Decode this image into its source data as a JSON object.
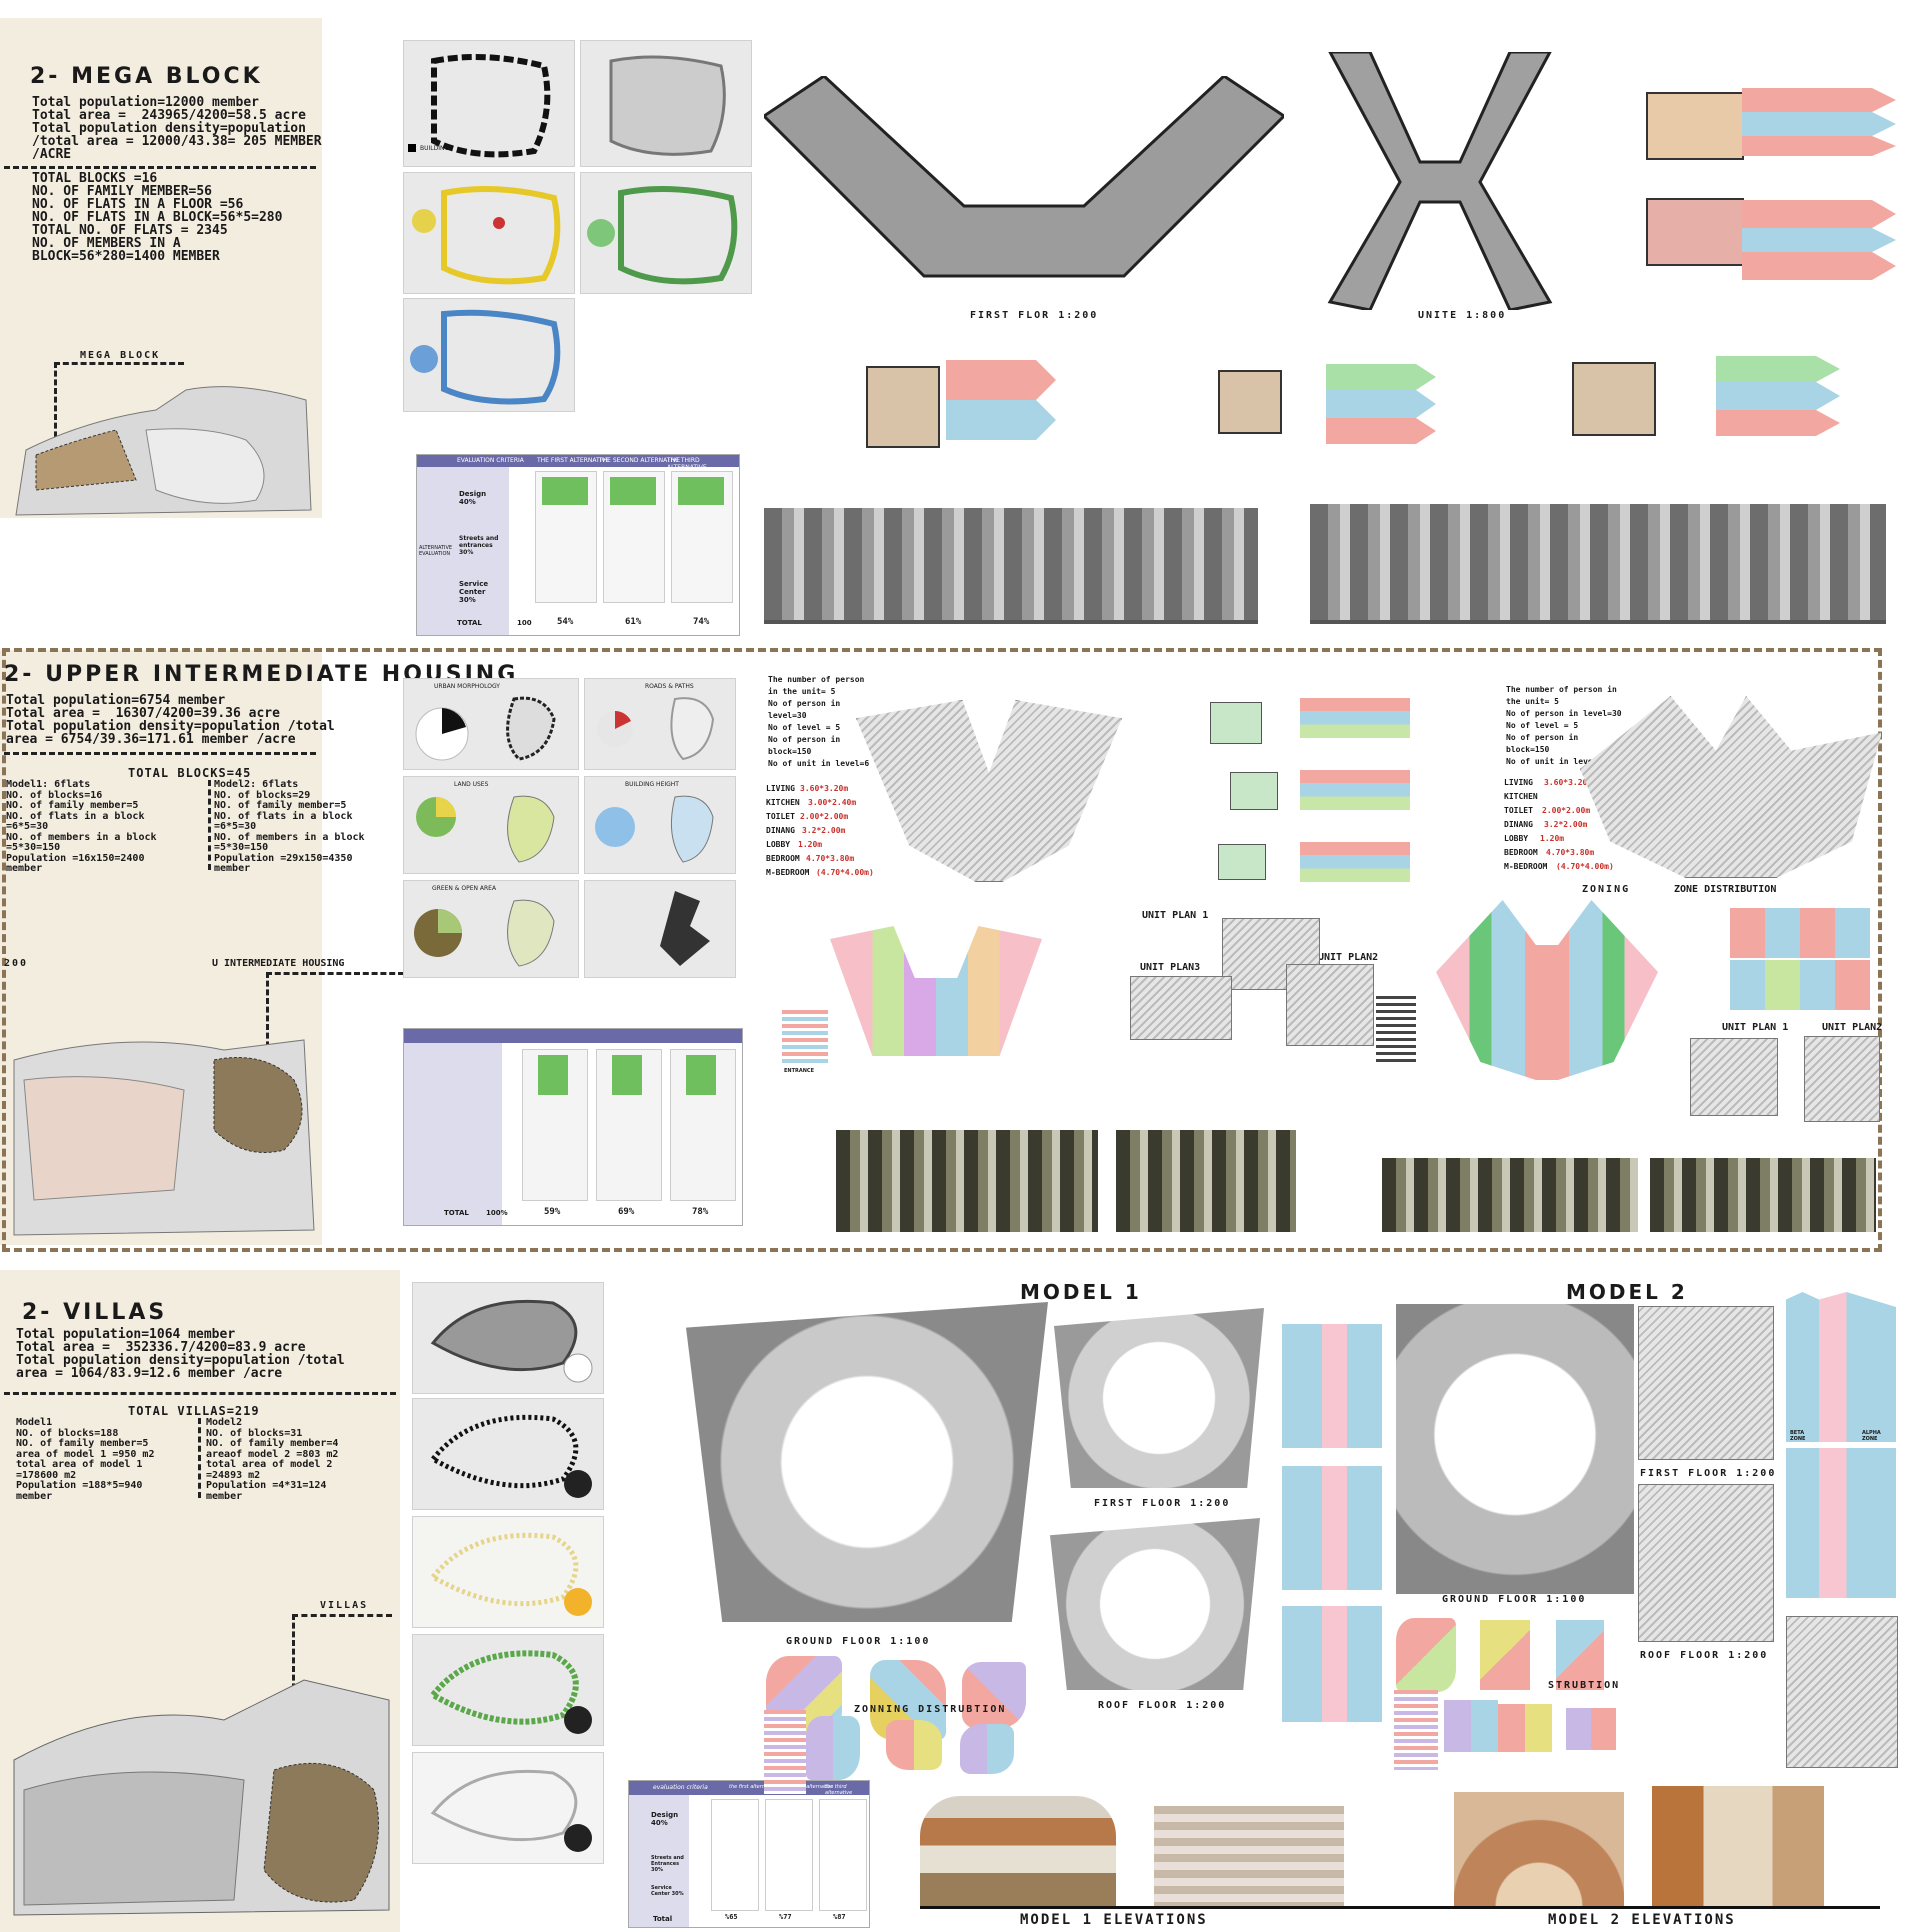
{
  "colors": {
    "beige": "#f3ede0",
    "brown_dash": "#8b7355",
    "eval_purple": "#6b6aa8",
    "zone_pink": "#f2a8a0",
    "zone_blue": "#a8d4e6"
  },
  "mega": {
    "title": "2- MEGA BLOCK",
    "stats1": "Total population=12000 member\nTotal area =  243965/4200=58.5 acre\nTotal population density=population\n/total area = 12000/43.38= 205 MEMBER\n/ACRE",
    "stats2": "TOTAL BLOCKS =16\nNO. OF FAMILY MEMBER=56\nNO. OF FLATS IN A FLOOR =56\nNO. OF FLATS IN A BLOCK=56*5=280\nTOTAL NO. OF FLATS = 2345\nNO. OF MEMBERS IN A\nBLOCK=56*280=1400 MEMBER",
    "map_label": "MEGA BLOCK",
    "legend_buildings": "BUILDINGS",
    "first_floor": "FIRST FLOR 1:200",
    "unite": "UNITE 1:800",
    "eval": {
      "header": "EVALUATION CRITERIA",
      "alt1": "THE FIRST ALTERNATIVE",
      "alt2": "THE SECOND ALTERNATIVE",
      "alt3": "THE THIRD ALTERNATIVE",
      "design": "Design 40%",
      "streets": "Streets and entrances 30%",
      "service": "Service Center 30%",
      "side": "ALTERNATIVE EVALUATION",
      "total": "TOTAL",
      "total_val": "100",
      "p1": "54%",
      "p2": "61%",
      "p3": "74%"
    }
  },
  "upper": {
    "title": "2- UPPER INTERMEDIATE HOUSING",
    "stats1": "Total population=6754 member\nTotal area =  16307/4200=39.36 acre\nTotal population density=population /total\narea = 6754/39.36=171.61 member /acre",
    "total_blocks": "TOTAL BLOCKS=45",
    "model1": "Model1: 6flats\nNO. of blocks=16\nNO. of family member=5\nNO. of flats in a block\n=6*5=30\nNO. of members in a block\n=5*30=150\nPopulation =16x150=2400\nmember",
    "model2": "Model2: 6flats\nNO. of blocks=29\nNO. of family member=5\nNO. of flats in a block\n=6*5=30\nNO. of members in a block\n=5*30=150\nPopulation =29x150=4350\nmember",
    "side_num": "200",
    "map_label": "U INTERMEDIATE HOUSING",
    "panels": [
      "URBAN MORPHOLOGY",
      "ROADS & PATHS",
      "LAND USES",
      "BUILDING HEIGHT",
      "GREEN & OPEN AREA",
      ""
    ],
    "info_left": "The number of person\nin the unit= 5\nNo of person in\nlevel=30\nNo of level = 5\nNo of person in\nblock=150\nNo of unit in level=6",
    "dims_left": [
      "LIVING",
      "KITCHEN",
      "TOILET",
      "DINANG",
      "LOBBY",
      "BEDROOM",
      "M-BEDROOM"
    ],
    "dims_left_val": [
      "3.60*3.20m",
      "3.00*2.40m",
      "2.00*2.00m",
      "3.2*2.00m",
      "1.20m",
      "4.70*3.80m",
      "(4.70*4.00m)"
    ],
    "info_right": "The number of person in\nthe unit= 5\nNo of person in level=30\nNo of level = 5\nNo of person in\nblock=150\nNo of unit in level=6",
    "dims_right_val": [
      "3.60*3.20",
      "2.00*2.00m",
      "3.2*2.00m",
      "1.20m",
      "4.70*3.80m",
      "(4.70*4.00m)"
    ],
    "unit_plan1": "UNIT PLAN 1",
    "unit_plan2": "UNIT PLAN2",
    "unit_plan3": "UNIT PLAN3",
    "zoning": "ZONING",
    "zone_dist": "ZONE DISTRIBUTION",
    "unit_plan1b": "UNIT PLAN 1",
    "unit_plan2b": "UNIT PLAN2",
    "entrance": "ENTRANCE",
    "eval": {
      "total": "TOTAL",
      "total_val": "100%",
      "p1": "59%",
      "p2": "69%",
      "p3": "78%"
    }
  },
  "villas": {
    "title": "2-   VILLAS",
    "stats1": "Total population=1064 member\nTotal area =  352336.7/4200=83.9 acre\nTotal population density=population /total\narea = 1064/83.9=12.6 member /acre",
    "total_villas": "TOTAL VILLAS=219",
    "model1": "Model1\nNO. of blocks=188\nNO. of family member=5\narea of model 1 =950 m2\ntotal area of model 1\n=178600 m2\nPopulation =188*5=940\nmember",
    "model2": "Model2\nNO. of blocks=31\nNO. of family member=4\nareaof model 2 =803 m2\ntotal area of model 2\n=24893 m2\nPopulation =4*31=124\nmember",
    "map_label": "VILLAS",
    "model_1": "MODEL 1",
    "model_2": "MODEL 2",
    "ground1": "GROUND FLOOR 1:100",
    "first1": "FIRST FLOOR 1:200",
    "roof1": "ROOF FLOOR 1:200",
    "zoning_dist": "ZONNING DISTRUBTION",
    "ground2": "GROUND FLOOR 1:100",
    "first2": "FIRST FLOOR 1:200",
    "roof2": "ROOF FLOOR 1:200",
    "strub": "STRUBTION",
    "elev1": "MODEL 1 ELEVATIONS",
    "elev2": "MODEL 2 ELEVATIONS",
    "beta_zone": "BETA ZONE",
    "alpha_zone": "ALPHA ZONE",
    "eval": {
      "header": "evaluation criteria",
      "alt1": "the first alternative",
      "alt2": "the second alternative",
      "alt3": "the third alternative",
      "design": "Design 40%",
      "streets": "Streets and Entrances 30%",
      "service": "Service Center 30%",
      "total": "Total",
      "p1": "%65",
      "p2": "%77",
      "p3": "%87"
    }
  }
}
